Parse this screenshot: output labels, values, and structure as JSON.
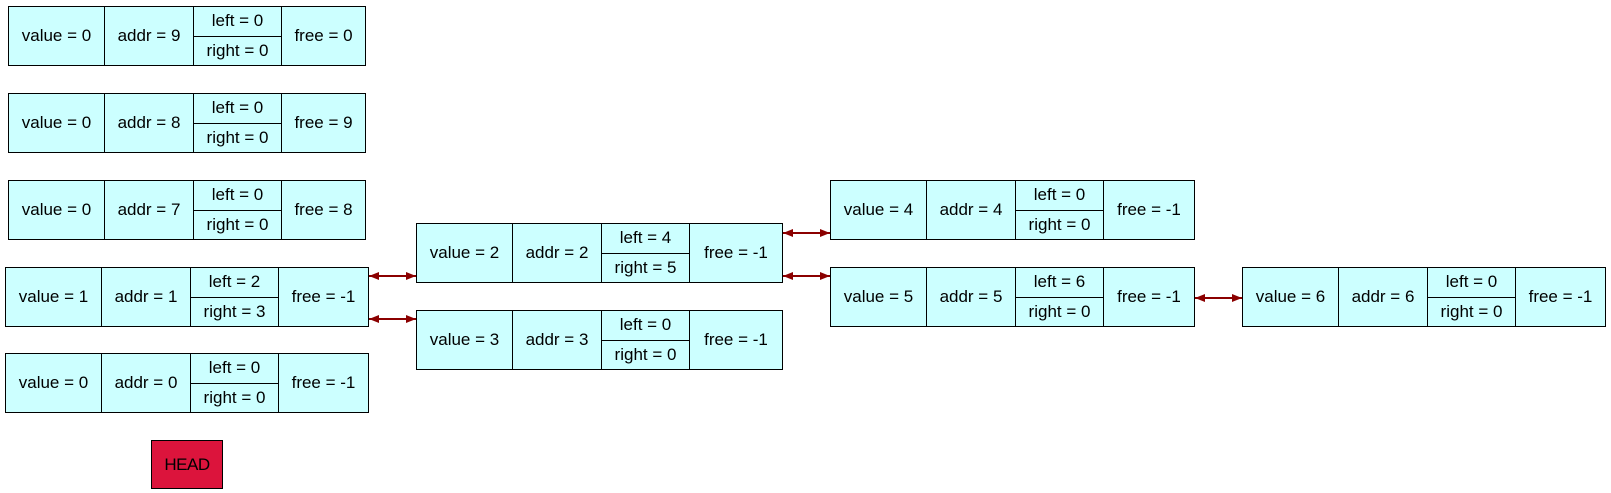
{
  "colors": {
    "node_fill": "#ccffff",
    "head_fill": "#dc143c",
    "edge": "#8b0000"
  },
  "nodes": {
    "n9": {
      "value": "value = 0",
      "addr": "addr = 9",
      "left": "left = 0",
      "right": "right = 0",
      "free": "free = 0"
    },
    "n8": {
      "value": "value = 0",
      "addr": "addr = 8",
      "left": "left = 0",
      "right": "right = 0",
      "free": "free = 9"
    },
    "n7": {
      "value": "value = 0",
      "addr": "addr = 7",
      "left": "left = 0",
      "right": "right = 0",
      "free": "free = 8"
    },
    "n1": {
      "value": "value = 1",
      "addr": "addr = 1",
      "left": "left = 2",
      "right": "right = 3",
      "free": "free = -1"
    },
    "n0": {
      "value": "value = 0",
      "addr": "addr = 0",
      "left": "left = 0",
      "right": "right = 0",
      "free": "free = -1"
    },
    "n2": {
      "value": "value = 2",
      "addr": "addr = 2",
      "left": "left = 4",
      "right": "right = 5",
      "free": "free = -1"
    },
    "n3": {
      "value": "value = 3",
      "addr": "addr = 3",
      "left": "left = 0",
      "right": "right = 0",
      "free": "free = -1"
    },
    "n4": {
      "value": "value = 4",
      "addr": "addr = 4",
      "left": "left = 0",
      "right": "right = 0",
      "free": "free = -1"
    },
    "n5": {
      "value": "value = 5",
      "addr": "addr = 5",
      "left": "left = 6",
      "right": "right = 0",
      "free": "free = -1"
    },
    "n6": {
      "value": "value = 6",
      "addr": "addr = 6",
      "left": "left = 0",
      "right": "right = 0",
      "free": "free = -1"
    }
  },
  "head_label": "HEAD",
  "edges": [
    {
      "from": "n1",
      "to": "n2"
    },
    {
      "from": "n1",
      "to": "n3"
    },
    {
      "from": "n2",
      "to": "n4"
    },
    {
      "from": "n2",
      "to": "n5"
    },
    {
      "from": "n5",
      "to": "n6"
    }
  ]
}
